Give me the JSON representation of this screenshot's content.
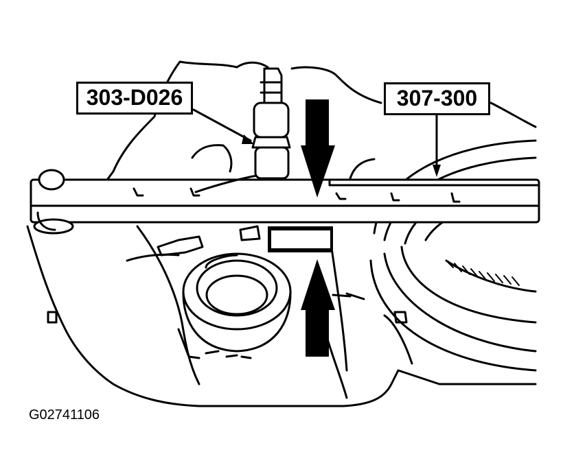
{
  "callouts": {
    "tool_a": "303-D026",
    "tool_b": "307-300"
  },
  "figure_id": "G02741106",
  "colors": {
    "ink": "#000000",
    "paper": "#ffffff"
  }
}
